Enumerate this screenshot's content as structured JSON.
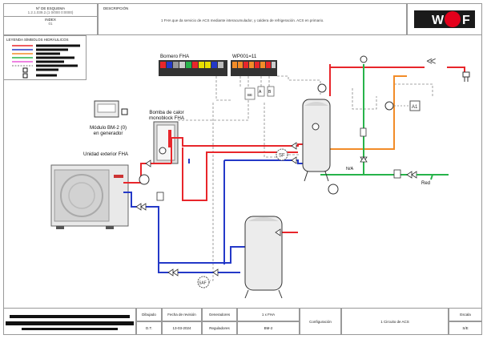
{
  "header": {
    "scheme_no_label": "Nº DE ESQUEMA",
    "scheme_no_value": "1.2.1.039.2.(1 0/000 0:0000)",
    "index_label": "INDEX",
    "index_value": "01",
    "description_label": "DESCRIPCIÓN",
    "description_text": "1 FHA que da servicio de ACS mediante interacumulador, y caldera de refrigeración. ACS en primario.",
    "logo_alt": "WOLF"
  },
  "legend": {
    "title": "LEYENDA SÍMBOLOS HIDRÁULICOS",
    "line_colors": [
      "#e8262b",
      "#2439c8",
      "#f28c28",
      "#27b34a",
      "#e85ad8"
    ]
  },
  "components": {
    "terminal_fha": "Bornero FHA",
    "wp001": "WP001=11",
    "module_bm2": "Módulo BM-2 (0)\nen generador",
    "heat_pump": "Bomba de calor\nmonoblock FHA",
    "outdoor_unit": "Unidad exterior FHA",
    "sensor_sf": "SF",
    "sensor_saf": "SAF",
    "sensor_a1": "A1",
    "na_label": "N/A",
    "red_label": "Red",
    "be_label": "BE",
    "a_label": "A",
    "b_label": "B"
  },
  "title_block": {
    "drawn_label": "Dibujado",
    "drawn_value": "D.T.",
    "date_label": "Fecha de revisión",
    "date_value": "13-03-2024",
    "generators_label": "Generadores",
    "generators_value": "1 x FHA",
    "regulators_label": "Reguladores",
    "regulators_value": "BM-2",
    "config_label": "Configuración",
    "config_value": "1 Circuito de ACS",
    "scale_label": "Escala",
    "scale_value": "S/E"
  }
}
